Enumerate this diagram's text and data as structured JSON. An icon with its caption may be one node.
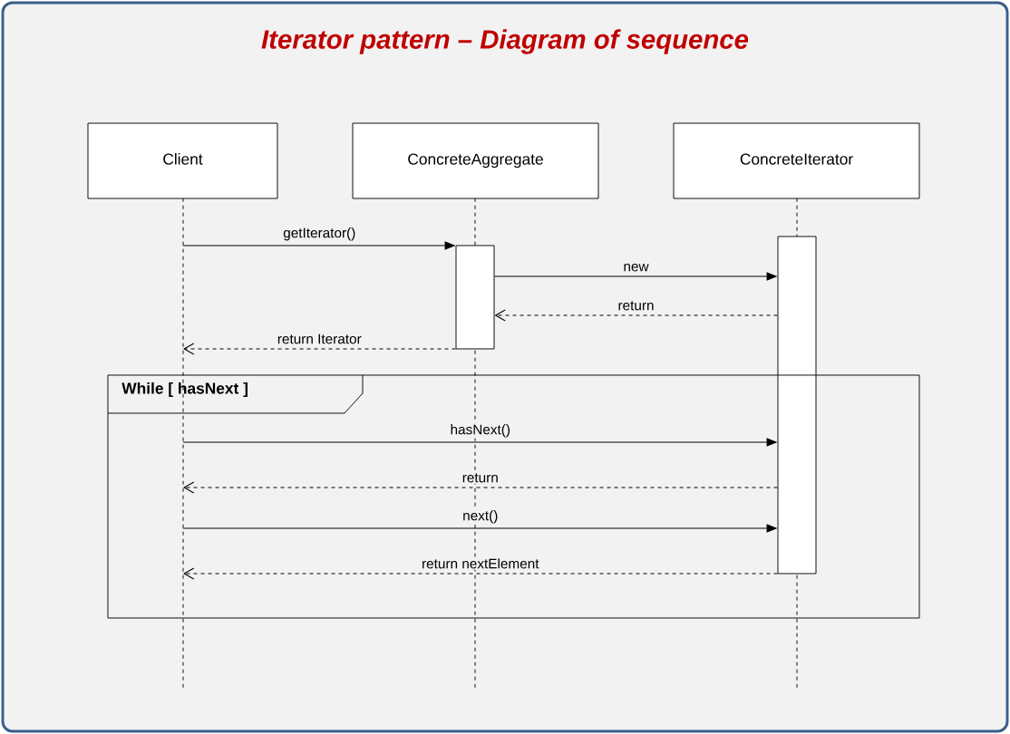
{
  "diagram": {
    "title": "Iterator pattern – Diagram of sequence",
    "nodes": [
      {
        "text": [
          "Client"
        ]
      },
      {
        "text": [
          "ConcreteAggregate"
        ]
      },
      {
        "text": [
          "ConcreteIterator"
        ]
      },
      {
        "text": [],
        "shape": "line"
      },
      {
        "text": [],
        "shape": "line"
      },
      {
        "text": [],
        "shape": "line"
      },
      {
        "text": [],
        "shape": "bar"
      },
      {
        "text": [],
        "shape": "bar"
      },
      {
        "text": [
          "While  [ hasNext ]"
        ]
      }
    ],
    "edges": [
      {
        "from": 3,
        "to": 6,
        "arrow": "to",
        "label": "getIterator()"
      },
      {
        "from": 6,
        "to": 7,
        "arrow": "to",
        "label": "new"
      },
      {
        "from": 7,
        "to": 6,
        "arrow": "to",
        "label": "return",
        "style": "dashed"
      },
      {
        "from": 6,
        "to": 3,
        "arrow": "to",
        "label": "return Iterator",
        "style": "dashed"
      },
      {
        "from": 3,
        "to": 7,
        "arrow": "to",
        "label": "hasNext()"
      },
      {
        "from": 7,
        "to": 3,
        "arrow": "to",
        "label": "return",
        "style": "dashed"
      },
      {
        "from": 3,
        "to": 7,
        "arrow": "to",
        "label": "next()"
      },
      {
        "from": 7,
        "to": 3,
        "arrow": "to",
        "label": "return nextElement",
        "style": "dashed"
      }
    ]
  }
}
